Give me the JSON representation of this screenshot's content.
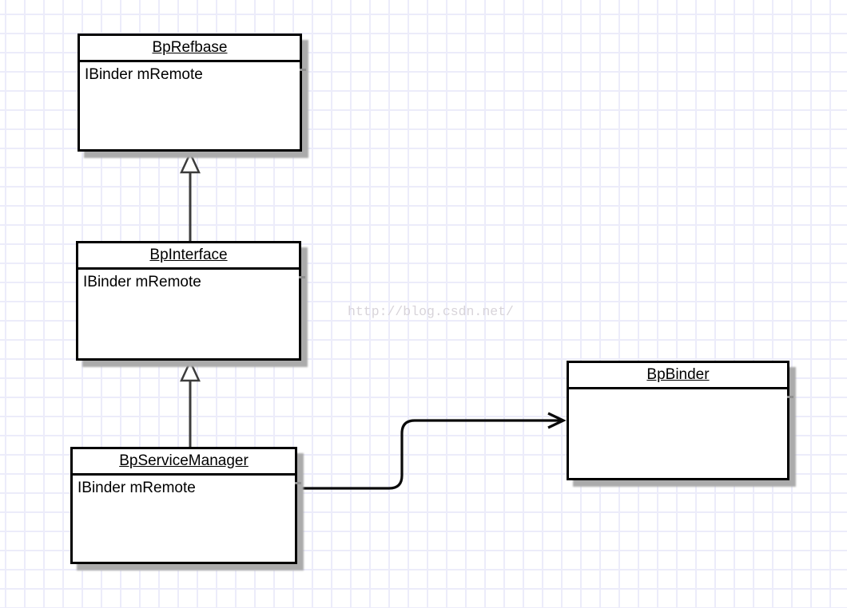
{
  "diagram": {
    "classes": [
      {
        "name": "BpRefbase",
        "fields": [
          "IBinder mRemote"
        ]
      },
      {
        "name": "BpInterface",
        "fields": [
          "IBinder mRemote"
        ]
      },
      {
        "name": "BpServiceManager",
        "fields": [
          "IBinder mRemote"
        ]
      },
      {
        "name": "BpBinder",
        "fields": []
      }
    ],
    "relations": [
      {
        "type": "inheritance",
        "from": "BpInterface",
        "to": "BpRefbase"
      },
      {
        "type": "inheritance",
        "from": "BpServiceManager",
        "to": "BpInterface"
      },
      {
        "type": "association",
        "from": "BpServiceManager.mRemote",
        "to": "BpBinder"
      }
    ],
    "watermark": "http://blog.csdn.net/",
    "colors": {
      "box_border": "#000000",
      "box_fill": "#ffffff",
      "shadow": "#ababab",
      "grid_line": "#ececfa",
      "connector": "#3c3c3c",
      "association_arrow": "#0a0a0a",
      "watermark": "#d8d4da"
    }
  }
}
